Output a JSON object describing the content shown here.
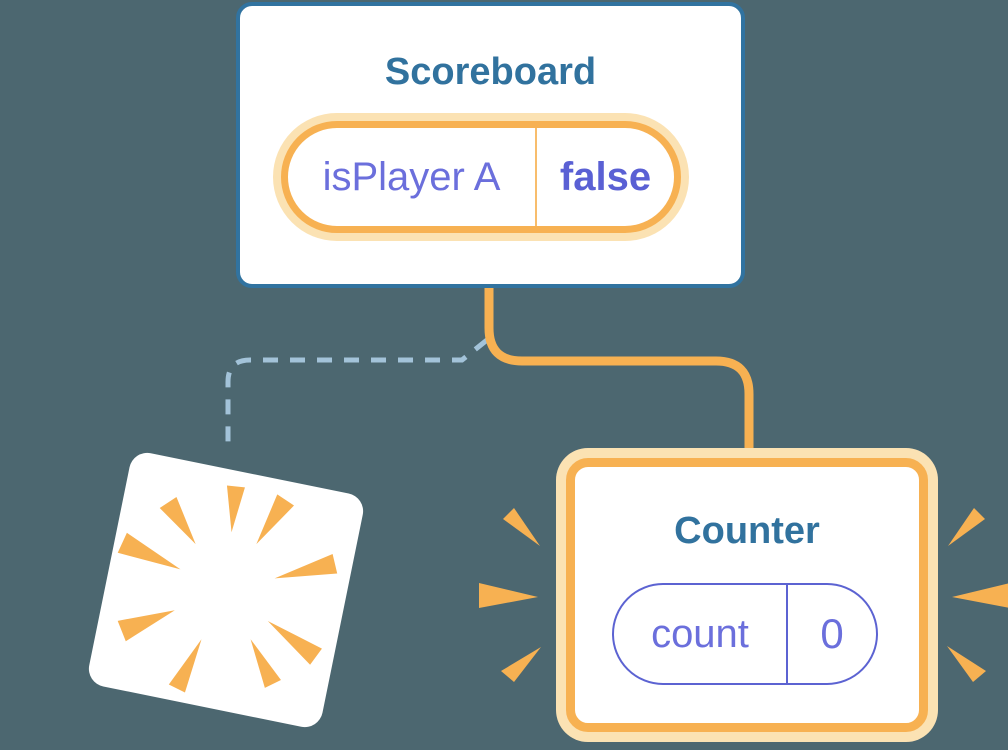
{
  "colors": {
    "background": "#4C6770",
    "card_bg": "#FFFFFF",
    "card_border_blue": "#3173A0",
    "title_blue": "#31729E",
    "orange": "#F7B152",
    "orange_halo": "#FBE2B3",
    "purple_key": "#6B6FDC",
    "purple_value": "#5A60D4",
    "purple_border": "#5C63D2",
    "dashed_blue": "#A3C3D9"
  },
  "scoreboard_card": {
    "title": "Scoreboard",
    "state_pill": {
      "key": "isPlayer A",
      "value": "false"
    }
  },
  "counter_card": {
    "title": "Counter",
    "state_pill": {
      "key": "count",
      "value": "0"
    }
  },
  "icons": {
    "sparkles": "sparkle-stars-icon",
    "burst": "burst-rays-icon",
    "emphasis_left": "emphasis-marks-left-icon",
    "emphasis_right": "emphasis-marks-right-icon"
  }
}
